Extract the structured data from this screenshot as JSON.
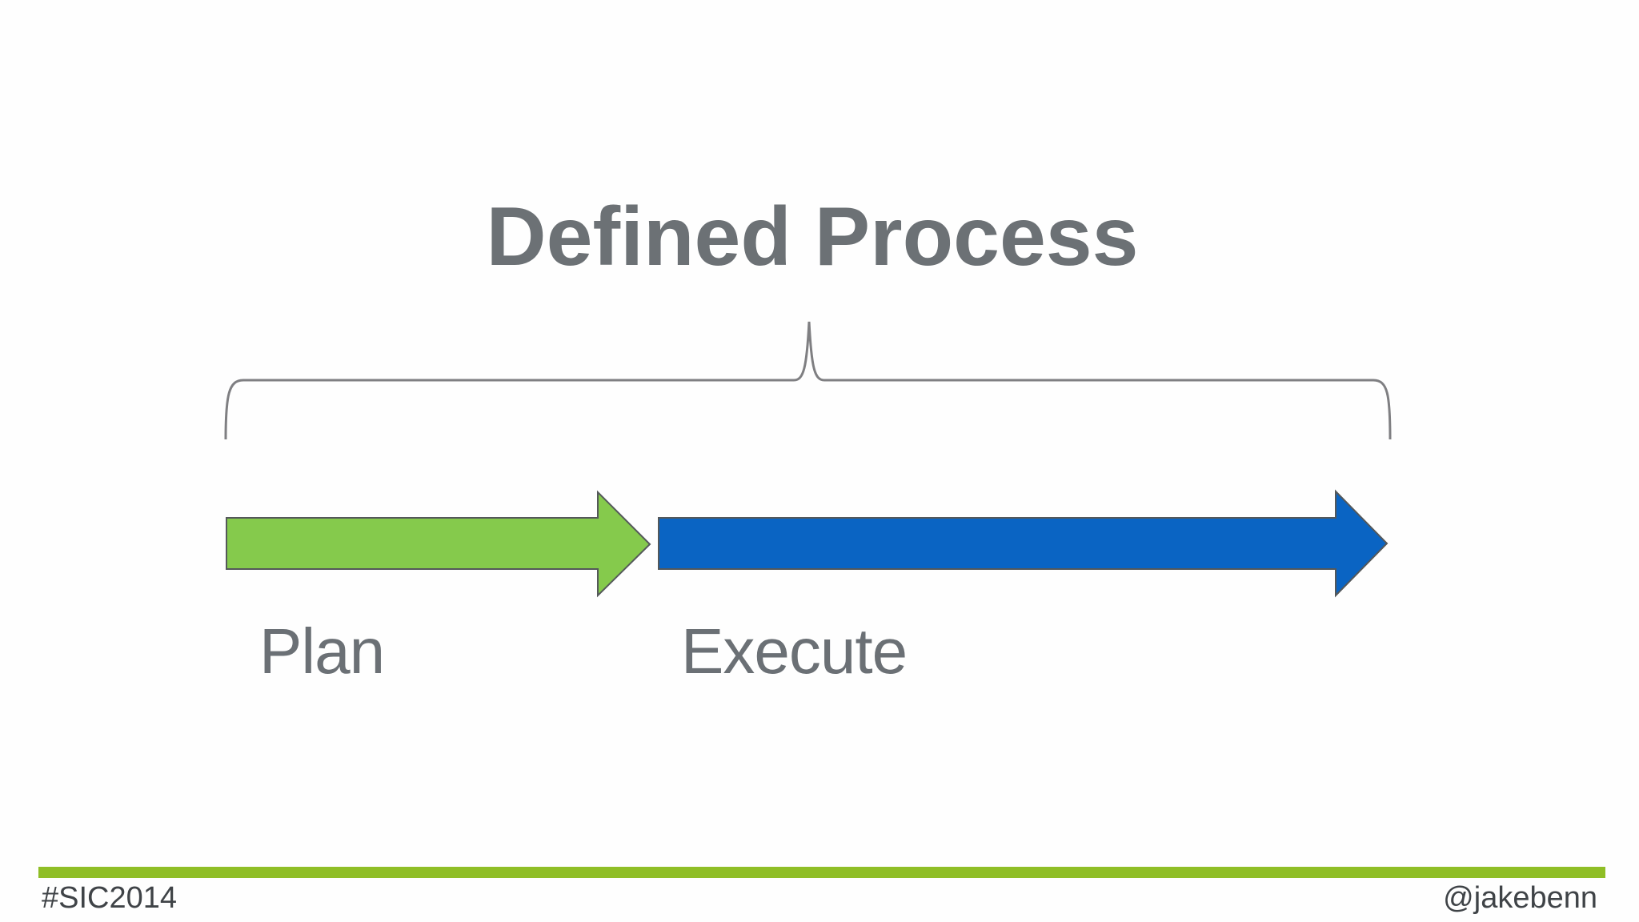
{
  "slide": {
    "title": "Defined Process",
    "diagram": {
      "brace": {
        "description": "over-brace spanning both process arrows",
        "color": "#7F7F82"
      },
      "arrows": [
        {
          "label": "Plan",
          "fill": "#85CA4C",
          "outline": "#54585A"
        },
        {
          "label": "Execute",
          "fill": "#0A64C3",
          "outline": "#54585A"
        }
      ]
    },
    "footer": {
      "hashtag": "#SIC2014",
      "handle": "@jakebenn",
      "bar_color": "#8FBE26",
      "text_color": "#3F4347"
    },
    "colors": {
      "background": "#FEFEFE",
      "title_text": "#6C7175",
      "label_text": "#6B7075"
    }
  }
}
